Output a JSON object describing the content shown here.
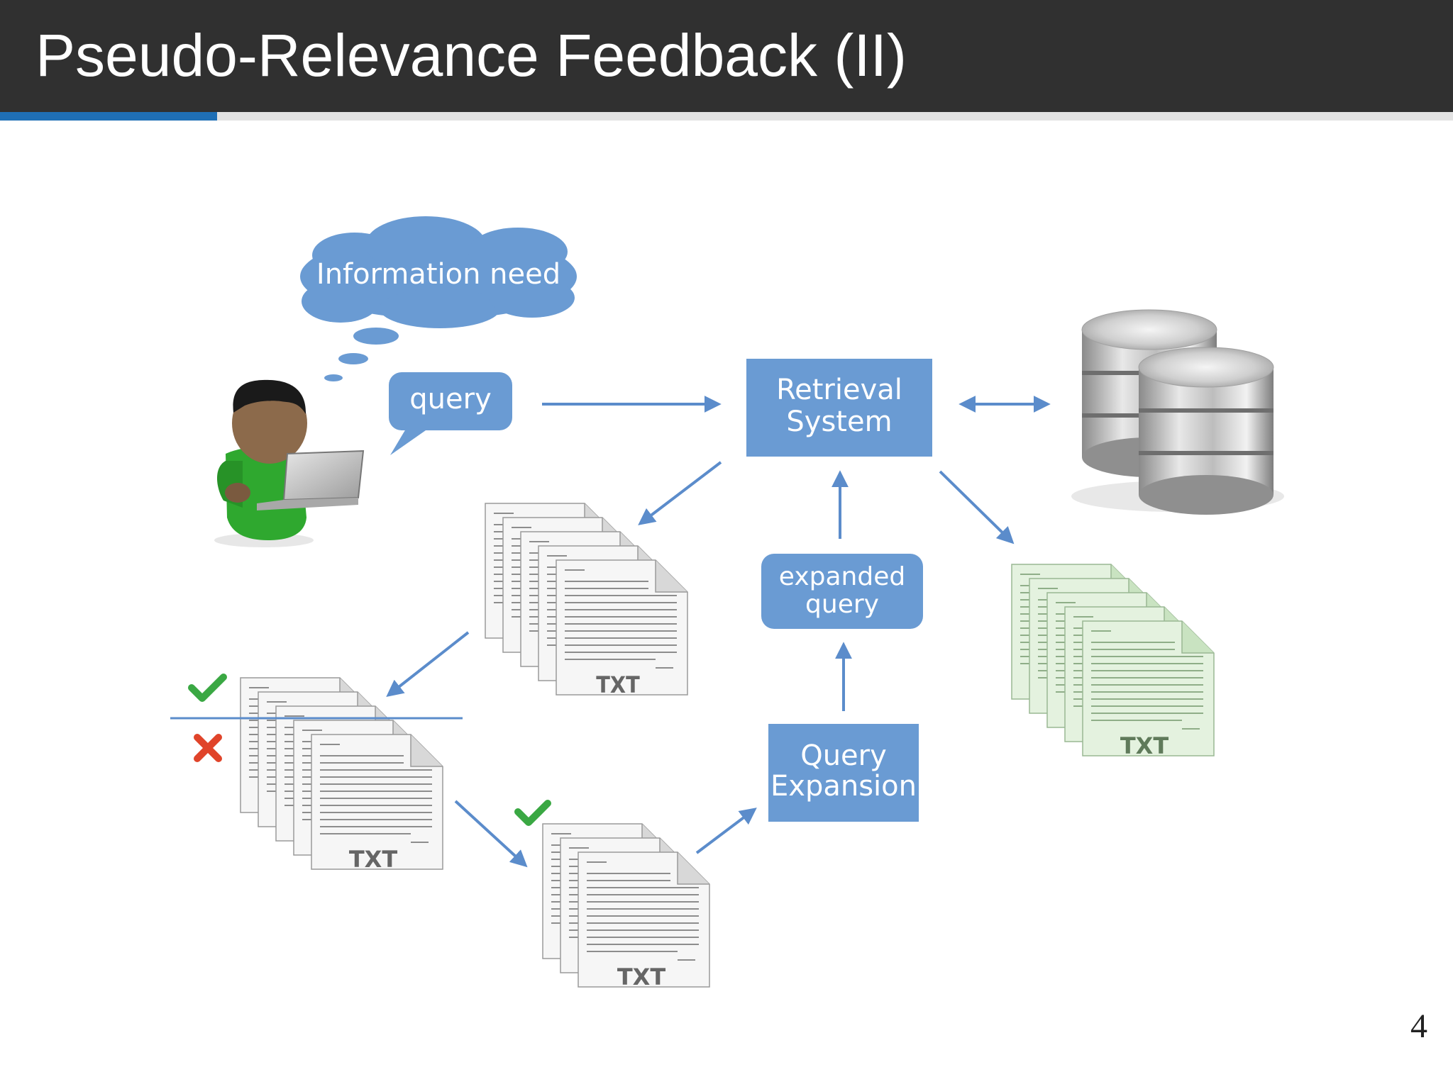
{
  "slide": {
    "title": "Pseudo-Relevance Feedback (II)",
    "page_number": "4"
  },
  "diagram": {
    "thought_bubble": "Information need",
    "query_bubble": "query",
    "retrieval_box_line1": "Retrieval",
    "retrieval_box_line2": "System",
    "expanded_box_line1": "expanded",
    "expanded_box_line2": "query",
    "qe_box_line1": "Query",
    "qe_box_line2": "Expansion",
    "doc_label": "TXT"
  },
  "colors": {
    "box_blue": "#6a9bd3",
    "arrow_blue": "#5b8ccb",
    "header_dark": "#303030",
    "accent_blue": "#1f6fb5",
    "check_green": "#3aa843",
    "cross_red": "#e0442a",
    "person_green": "#2fa82f",
    "doc_green": "#e4f2df"
  }
}
